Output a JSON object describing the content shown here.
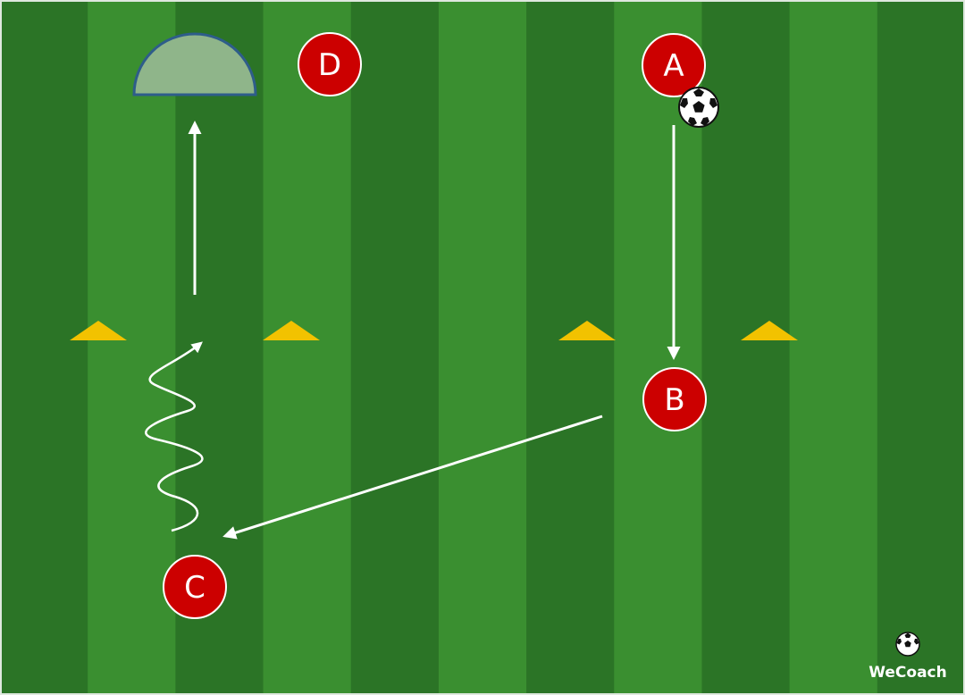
{
  "diagram": {
    "players": {
      "a": "A",
      "b": "B",
      "c": "C",
      "d": "D"
    },
    "colors": {
      "pitch_light": "#3a8f30",
      "pitch_dark": "#2b7426",
      "player_fill": "#cc0000",
      "player_stroke": "#ffffff",
      "cone": "#f2c200",
      "goal_fill": "#8fb58a",
      "goal_stroke": "#2e5d8a",
      "arrow": "#ffffff"
    },
    "icons": [
      "soccer-ball-icon",
      "cone-icon",
      "goal-icon",
      "wecoach-logo-icon"
    ]
  },
  "branding": {
    "name": "WeCoach"
  }
}
